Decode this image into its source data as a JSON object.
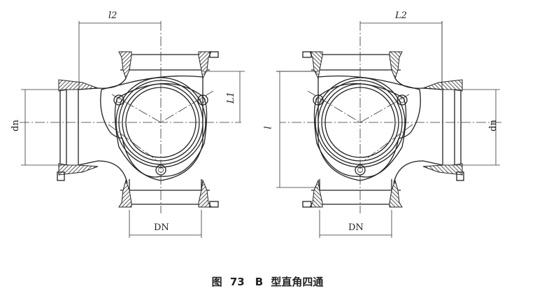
{
  "figures": {
    "left": {
      "top_dim": "l2",
      "side_dim_left": "dn",
      "side_dim_right": "L1",
      "bottom_dim": "DN"
    },
    "right": {
      "top_dim": "L2",
      "side_dim_left": "l",
      "side_dim_right": "dn",
      "bottom_dim": "DN"
    }
  },
  "caption": "图 73　B 型直角四通"
}
